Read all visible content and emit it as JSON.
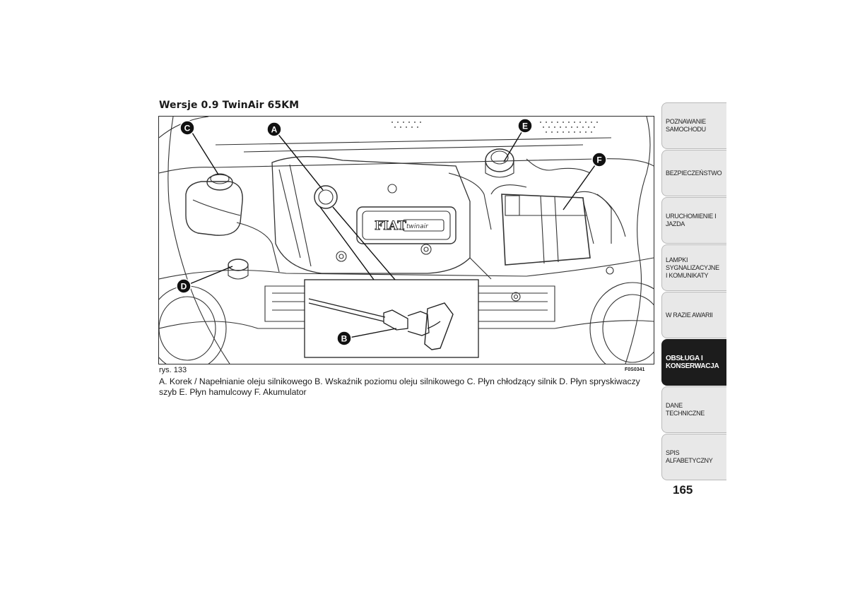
{
  "section": {
    "title": "Wersje 0.9 TwinAir 65KM"
  },
  "figure": {
    "label": "rys. 133",
    "code": "F0S0341",
    "callouts": [
      "A",
      "B",
      "C",
      "D",
      "E",
      "F"
    ],
    "logo_text": "FIAT",
    "badge_text": "twinair"
  },
  "caption": "A. Korek / Napełnianie oleju silnikowego B. Wskaźnik poziomu oleju silnikowego C. Płyn chłodzący silnik D. Płyn spryskiwaczy szyb E. Płyn hamulcowy F. Akumulator",
  "tabs": [
    {
      "label": "POZNAWANIE SAMOCHODU",
      "active": false
    },
    {
      "label": "BEZPIECZEŃSTWO",
      "active": false
    },
    {
      "label": "URUCHOMIENIE I JAZDA",
      "active": false
    },
    {
      "label": "LAMPKI SYGNALIZACYJNE I KOMUNIKATY",
      "active": false
    },
    {
      "label": "W RAZIE AWARII",
      "active": false
    },
    {
      "label": "OBSŁUGA I KONSERWACJA",
      "active": true
    },
    {
      "label": "DANE TECHNICZNE",
      "active": false
    },
    {
      "label": "SPIS ALFABETYCZNY",
      "active": false
    }
  ],
  "page_number": "165"
}
